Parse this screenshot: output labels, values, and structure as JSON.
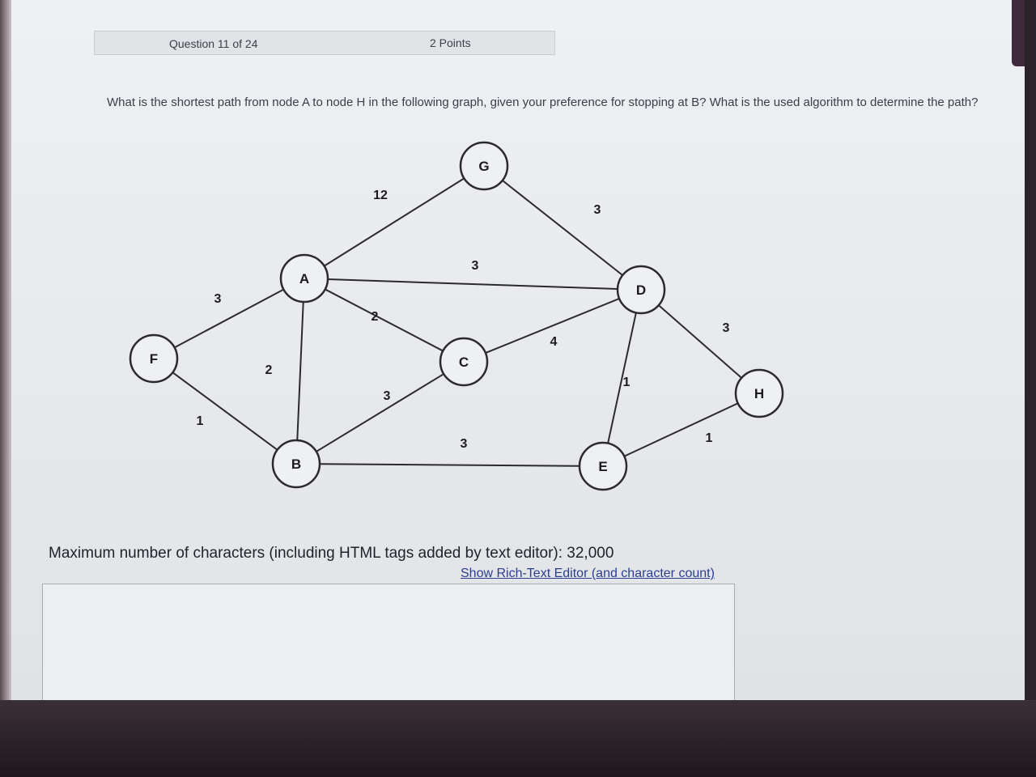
{
  "question_header": {
    "number_label": "Question 11 of 24",
    "points_label": "2 Points"
  },
  "question_text": "What is the shortest path from node A to node H in the following graph, given your preference for stopping at B? What is the used algorithm to determine the path?",
  "graph": {
    "nodes": [
      "G",
      "A",
      "D",
      "F",
      "C",
      "H",
      "B",
      "E"
    ],
    "edges": [
      {
        "from": "A",
        "to": "G",
        "weight": "12"
      },
      {
        "from": "G",
        "to": "D",
        "weight": "3"
      },
      {
        "from": "A",
        "to": "D",
        "weight": "3"
      },
      {
        "from": "F",
        "to": "A",
        "weight": "3"
      },
      {
        "from": "A",
        "to": "C",
        "weight": "2"
      },
      {
        "from": "A",
        "to": "B",
        "weight": "2"
      },
      {
        "from": "F",
        "to": "B",
        "weight": "1"
      },
      {
        "from": "C",
        "to": "D",
        "weight": "4"
      },
      {
        "from": "C",
        "to": "B",
        "weight": "3"
      },
      {
        "from": "D",
        "to": "E",
        "weight": "1"
      },
      {
        "from": "D",
        "to": "H",
        "weight": "3"
      },
      {
        "from": "B",
        "to": "E",
        "weight": "3"
      },
      {
        "from": "E",
        "to": "H",
        "weight": "1"
      }
    ]
  },
  "max_chars_text": "Maximum number of characters (including HTML tags added by text editor): 32,000",
  "rich_text_link": "Show Rich-Text Editor (and character count)",
  "answer_value": ""
}
